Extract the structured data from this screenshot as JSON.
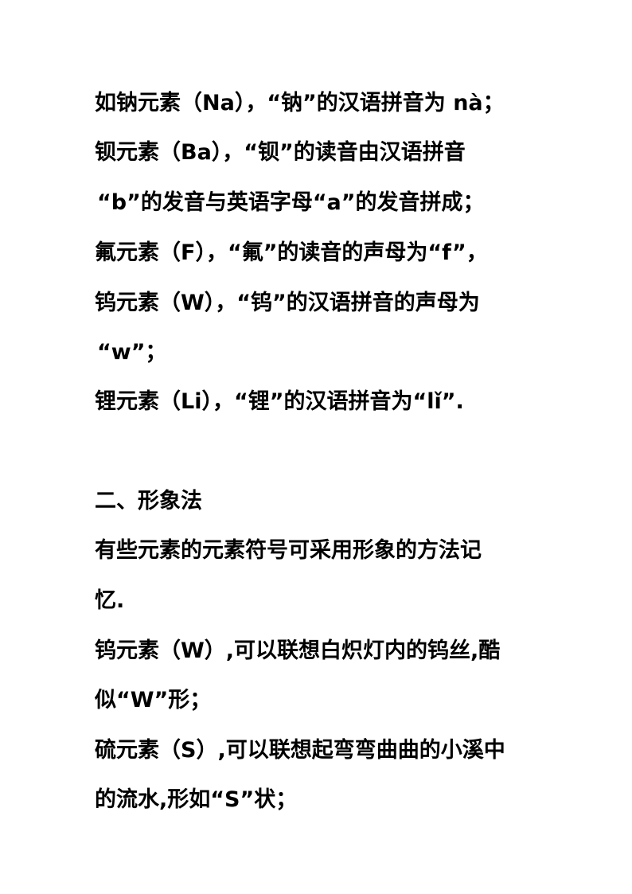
{
  "document": {
    "section_one_lines": [
      "如钠元素（Na），“钠”的汉语拼音为 nà；",
      "钡元素（Ba），“钡”的读音由汉语拼音",
      "“b”的发音与英语字母“a”的发音拼成；",
      "氟元素（F），“氟”的读音的声母为“f”，",
      "钨元素（W），“钨”的汉语拼音的声母为",
      "“w”；",
      "锂元素（Li），“锂”的汉语拼音为“lǐ”."
    ],
    "section_two": {
      "heading": "二、形象法",
      "lines": [
        "有些元素的元素符号可采用形象的方法记",
        "忆.",
        "钨元素（W）,可以联想白炽灯内的钨丝,酷",
        "似“W”形；",
        "硫元素（S）,可以联想起弯弯曲曲的小溪中",
        "的流水,形如“S”状；"
      ]
    }
  }
}
